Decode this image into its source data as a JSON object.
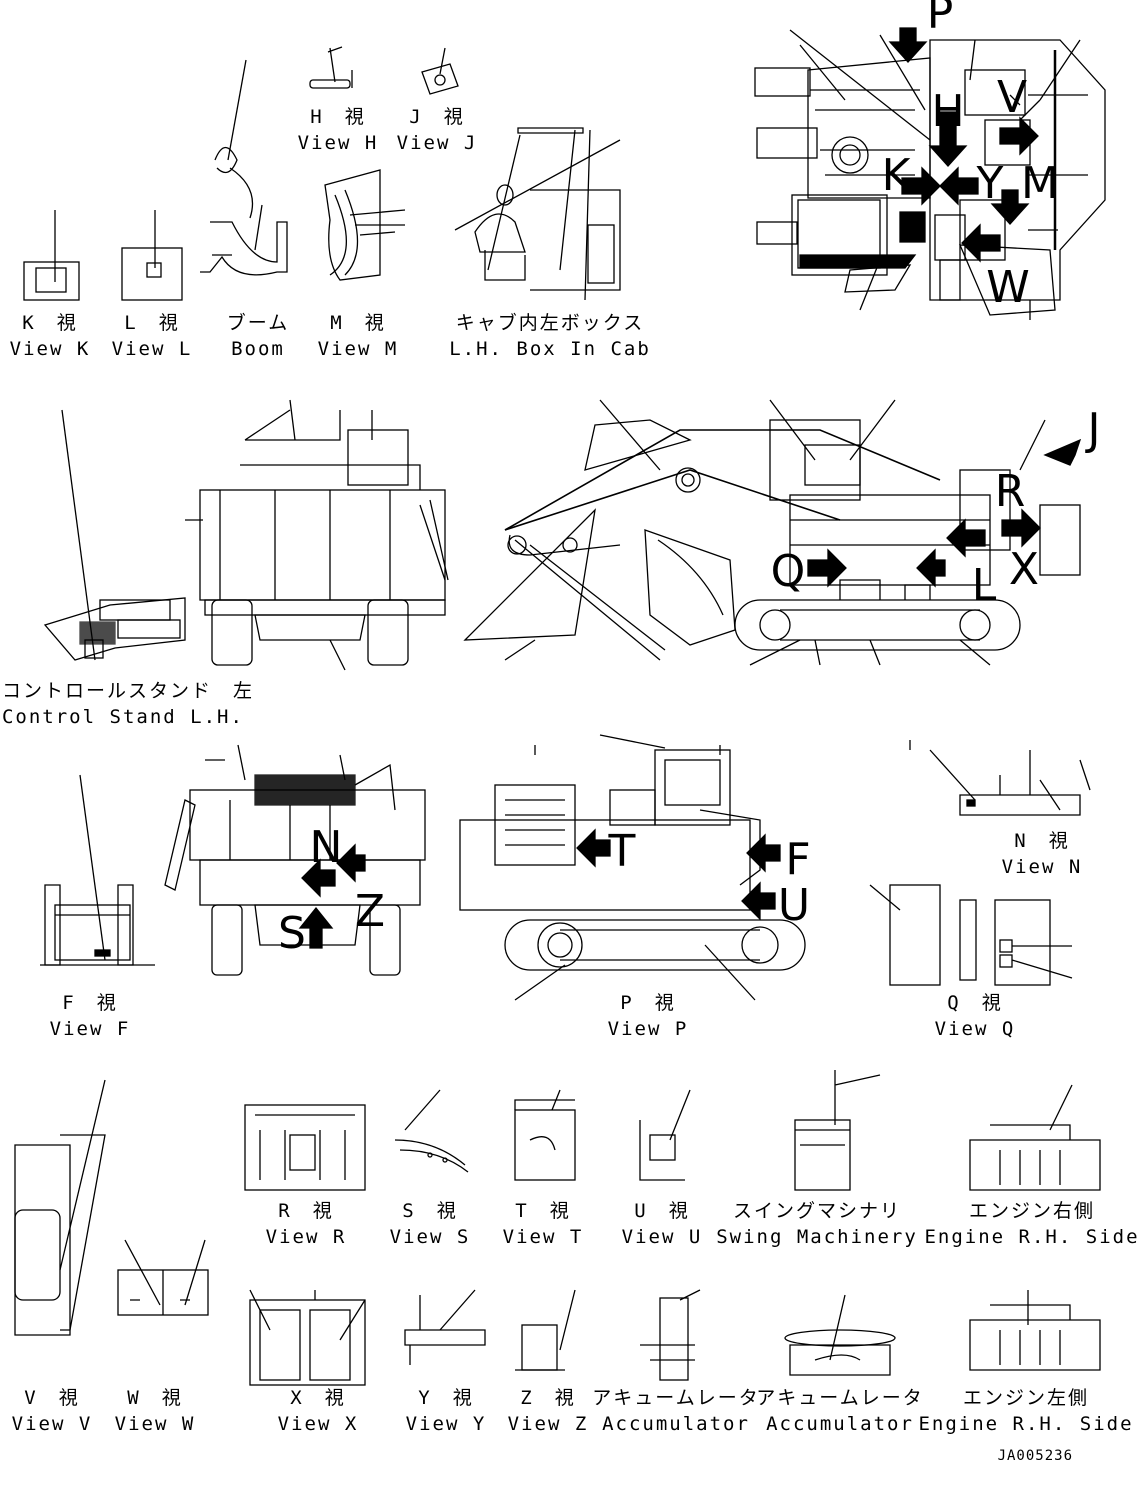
{
  "drawing_number": "JA005236",
  "view_letters": [
    "P",
    "H",
    "V",
    "K",
    "Y",
    "M",
    "W",
    "J",
    "R",
    "Q",
    "X",
    "L",
    "N",
    "S",
    "Z",
    "T",
    "F",
    "U"
  ],
  "labels": {
    "view_h": {
      "ja": "H　視",
      "en": "View H"
    },
    "view_j": {
      "ja": "J　視",
      "en": "View J"
    },
    "view_k": {
      "ja": "K　視",
      "en": "View K"
    },
    "view_l": {
      "ja": "L　視",
      "en": "View L"
    },
    "boom": {
      "ja": "ブーム",
      "en": "Boom"
    },
    "view_m": {
      "ja": "M　視",
      "en": "View M"
    },
    "lh_box_in_cab": {
      "ja": "キャブ内左ボックス",
      "en": "L.H. Box In Cab"
    },
    "control_stand_lh": {
      "ja": "コントロールスタンド　左",
      "en": "Control Stand L.H."
    },
    "view_n": {
      "ja": "N　視",
      "en": "View N"
    },
    "view_f": {
      "ja": "F　視",
      "en": "View F"
    },
    "view_p": {
      "ja": "P　視",
      "en": "View P"
    },
    "view_q": {
      "ja": "Q　視",
      "en": "View Q"
    },
    "view_r": {
      "ja": "R　視",
      "en": "View R"
    },
    "view_s": {
      "ja": "S　視",
      "en": "View S"
    },
    "view_t": {
      "ja": "T　視",
      "en": "View T"
    },
    "view_u": {
      "ja": "U　視",
      "en": "View U"
    },
    "swing_machinery": {
      "ja": "スイングマシナリ",
      "en": "Swing Machinery"
    },
    "engine_rh_side_1": {
      "ja": "エンジン右側",
      "en": "Engine R.H. Side"
    },
    "view_v": {
      "ja": "V　視",
      "en": "View V"
    },
    "view_w": {
      "ja": "W　視",
      "en": "View W"
    },
    "view_x": {
      "ja": "X　視",
      "en": "View X"
    },
    "view_y": {
      "ja": "Y　視",
      "en": "View Y"
    },
    "view_z": {
      "ja": "Z　視",
      "en": "View Z"
    },
    "accumulator_1": {
      "ja": "アキュームレータ",
      "en": "Accumulator"
    },
    "accumulator_2": {
      "ja": "アキュームレータ",
      "en": "Accumulator"
    },
    "engine_lh_side": {
      "ja": "エンジン左側",
      "en": "Engine R.H. Side"
    }
  }
}
